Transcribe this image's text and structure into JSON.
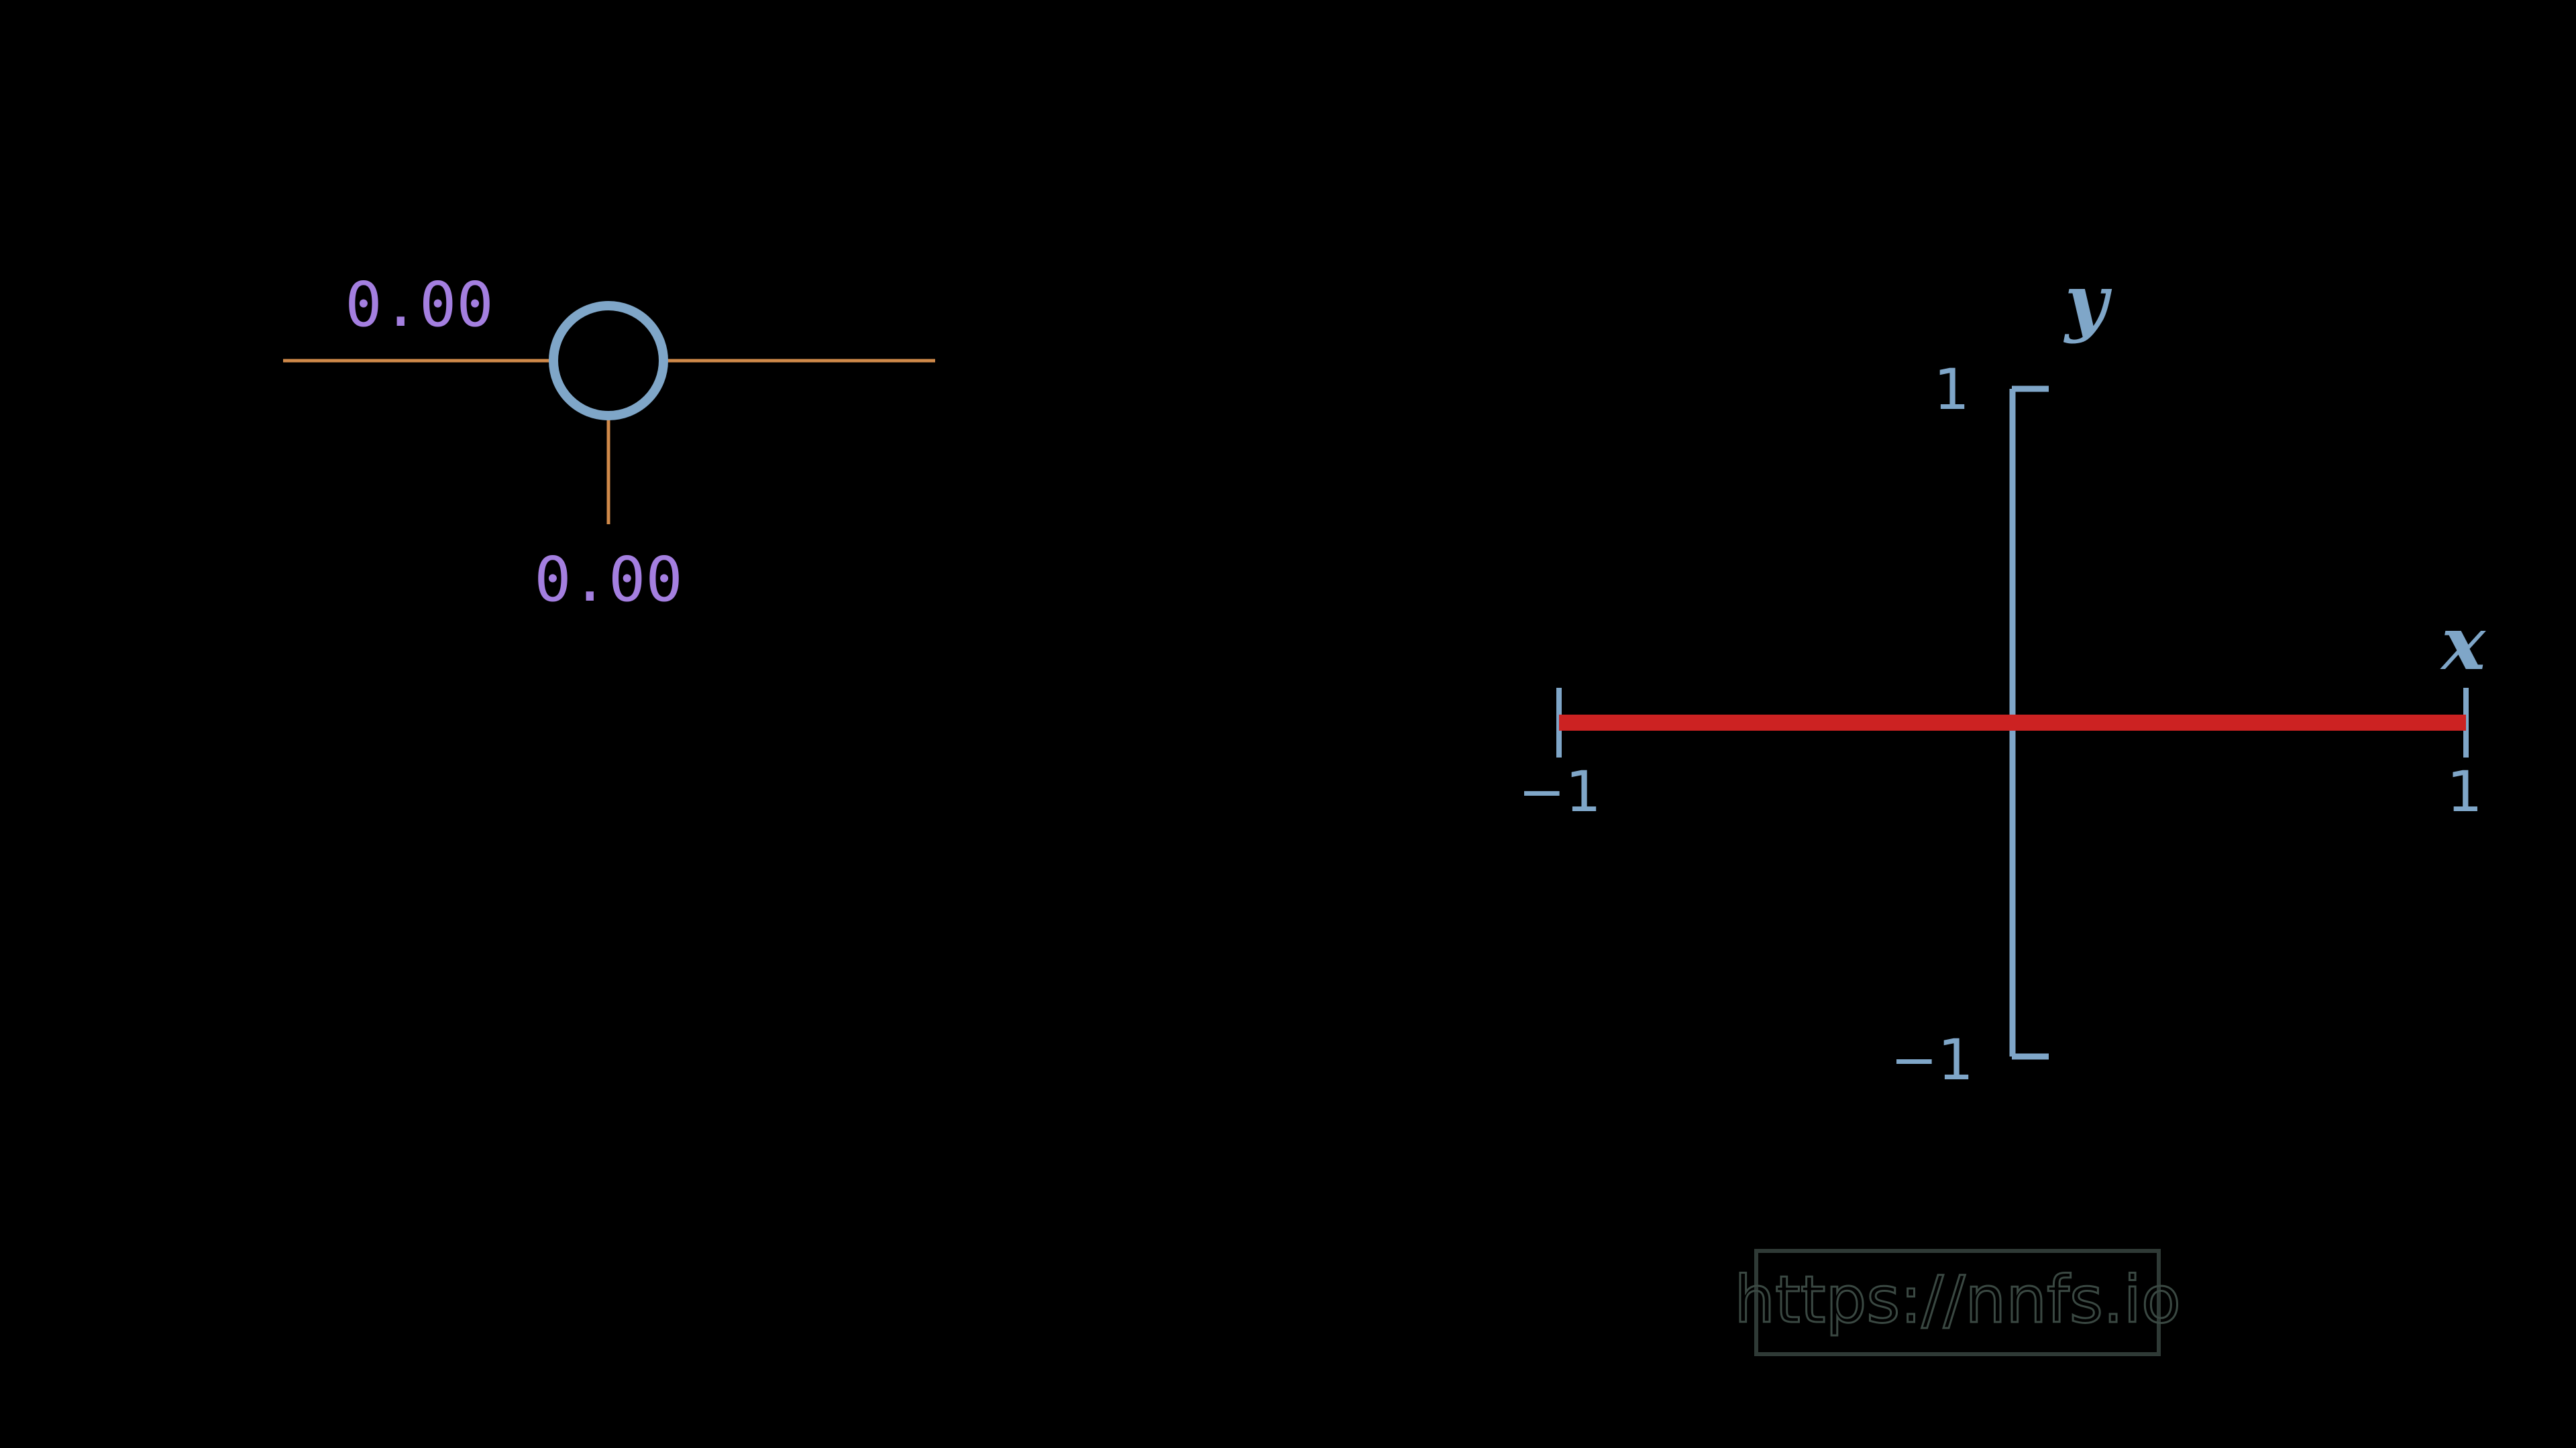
{
  "neuron": {
    "weight_label": "0.00",
    "bias_label": "0.00"
  },
  "plot": {
    "x_axis_label": "x",
    "y_axis_label": "y",
    "x_tick_min": "−1",
    "x_tick_max": "1",
    "y_tick_max": "1",
    "y_tick_min": "−1"
  },
  "watermark": {
    "text": "https://nnfs.io"
  },
  "colors": {
    "background": "#000000",
    "neuron_ring": "#7fa6c8",
    "connection": "#d18a4a",
    "value_text": "#a47fe0",
    "axis": "#7fa6c8",
    "output_line": "#cc2222",
    "watermark": "#2f3a36"
  },
  "chart_data": {
    "type": "line",
    "x": [
      -1,
      1
    ],
    "y": [
      0,
      0
    ],
    "xlabel": "x",
    "ylabel": "y",
    "xlim": [
      -1,
      1
    ],
    "ylim": [
      -1,
      1
    ],
    "grid": false
  }
}
